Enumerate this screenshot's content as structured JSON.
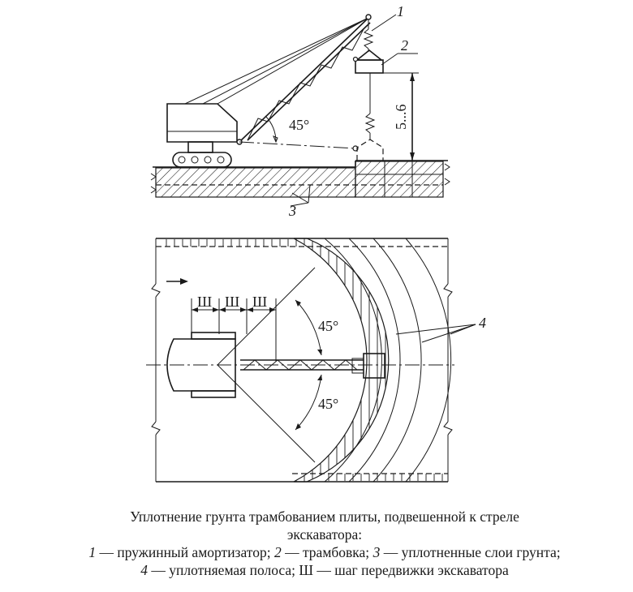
{
  "labels": {
    "n1": "1",
    "n2": "2",
    "n3": "3",
    "n4": "4",
    "angle_top": "45°",
    "height": "5...6",
    "angle_plan_upper": "45°",
    "angle_plan_lower": "45°",
    "step": "Ш"
  },
  "caption": {
    "line1": "Уплотнение грунта трамбованием плиты, подвешенной к стреле",
    "line2": "экскаватора:",
    "line3_n1": "1",
    "line3_t1": " — пружинный амортизатор; ",
    "line3_n2": "2",
    "line3_t2": " — трамбовка; ",
    "line3_n3": "3",
    "line3_t3": " — уплотненные слои грунта;",
    "line4_n4": "4",
    "line4_t4": " — уплотняемая полоса; Ш — шаг передвижки экскаватора"
  }
}
